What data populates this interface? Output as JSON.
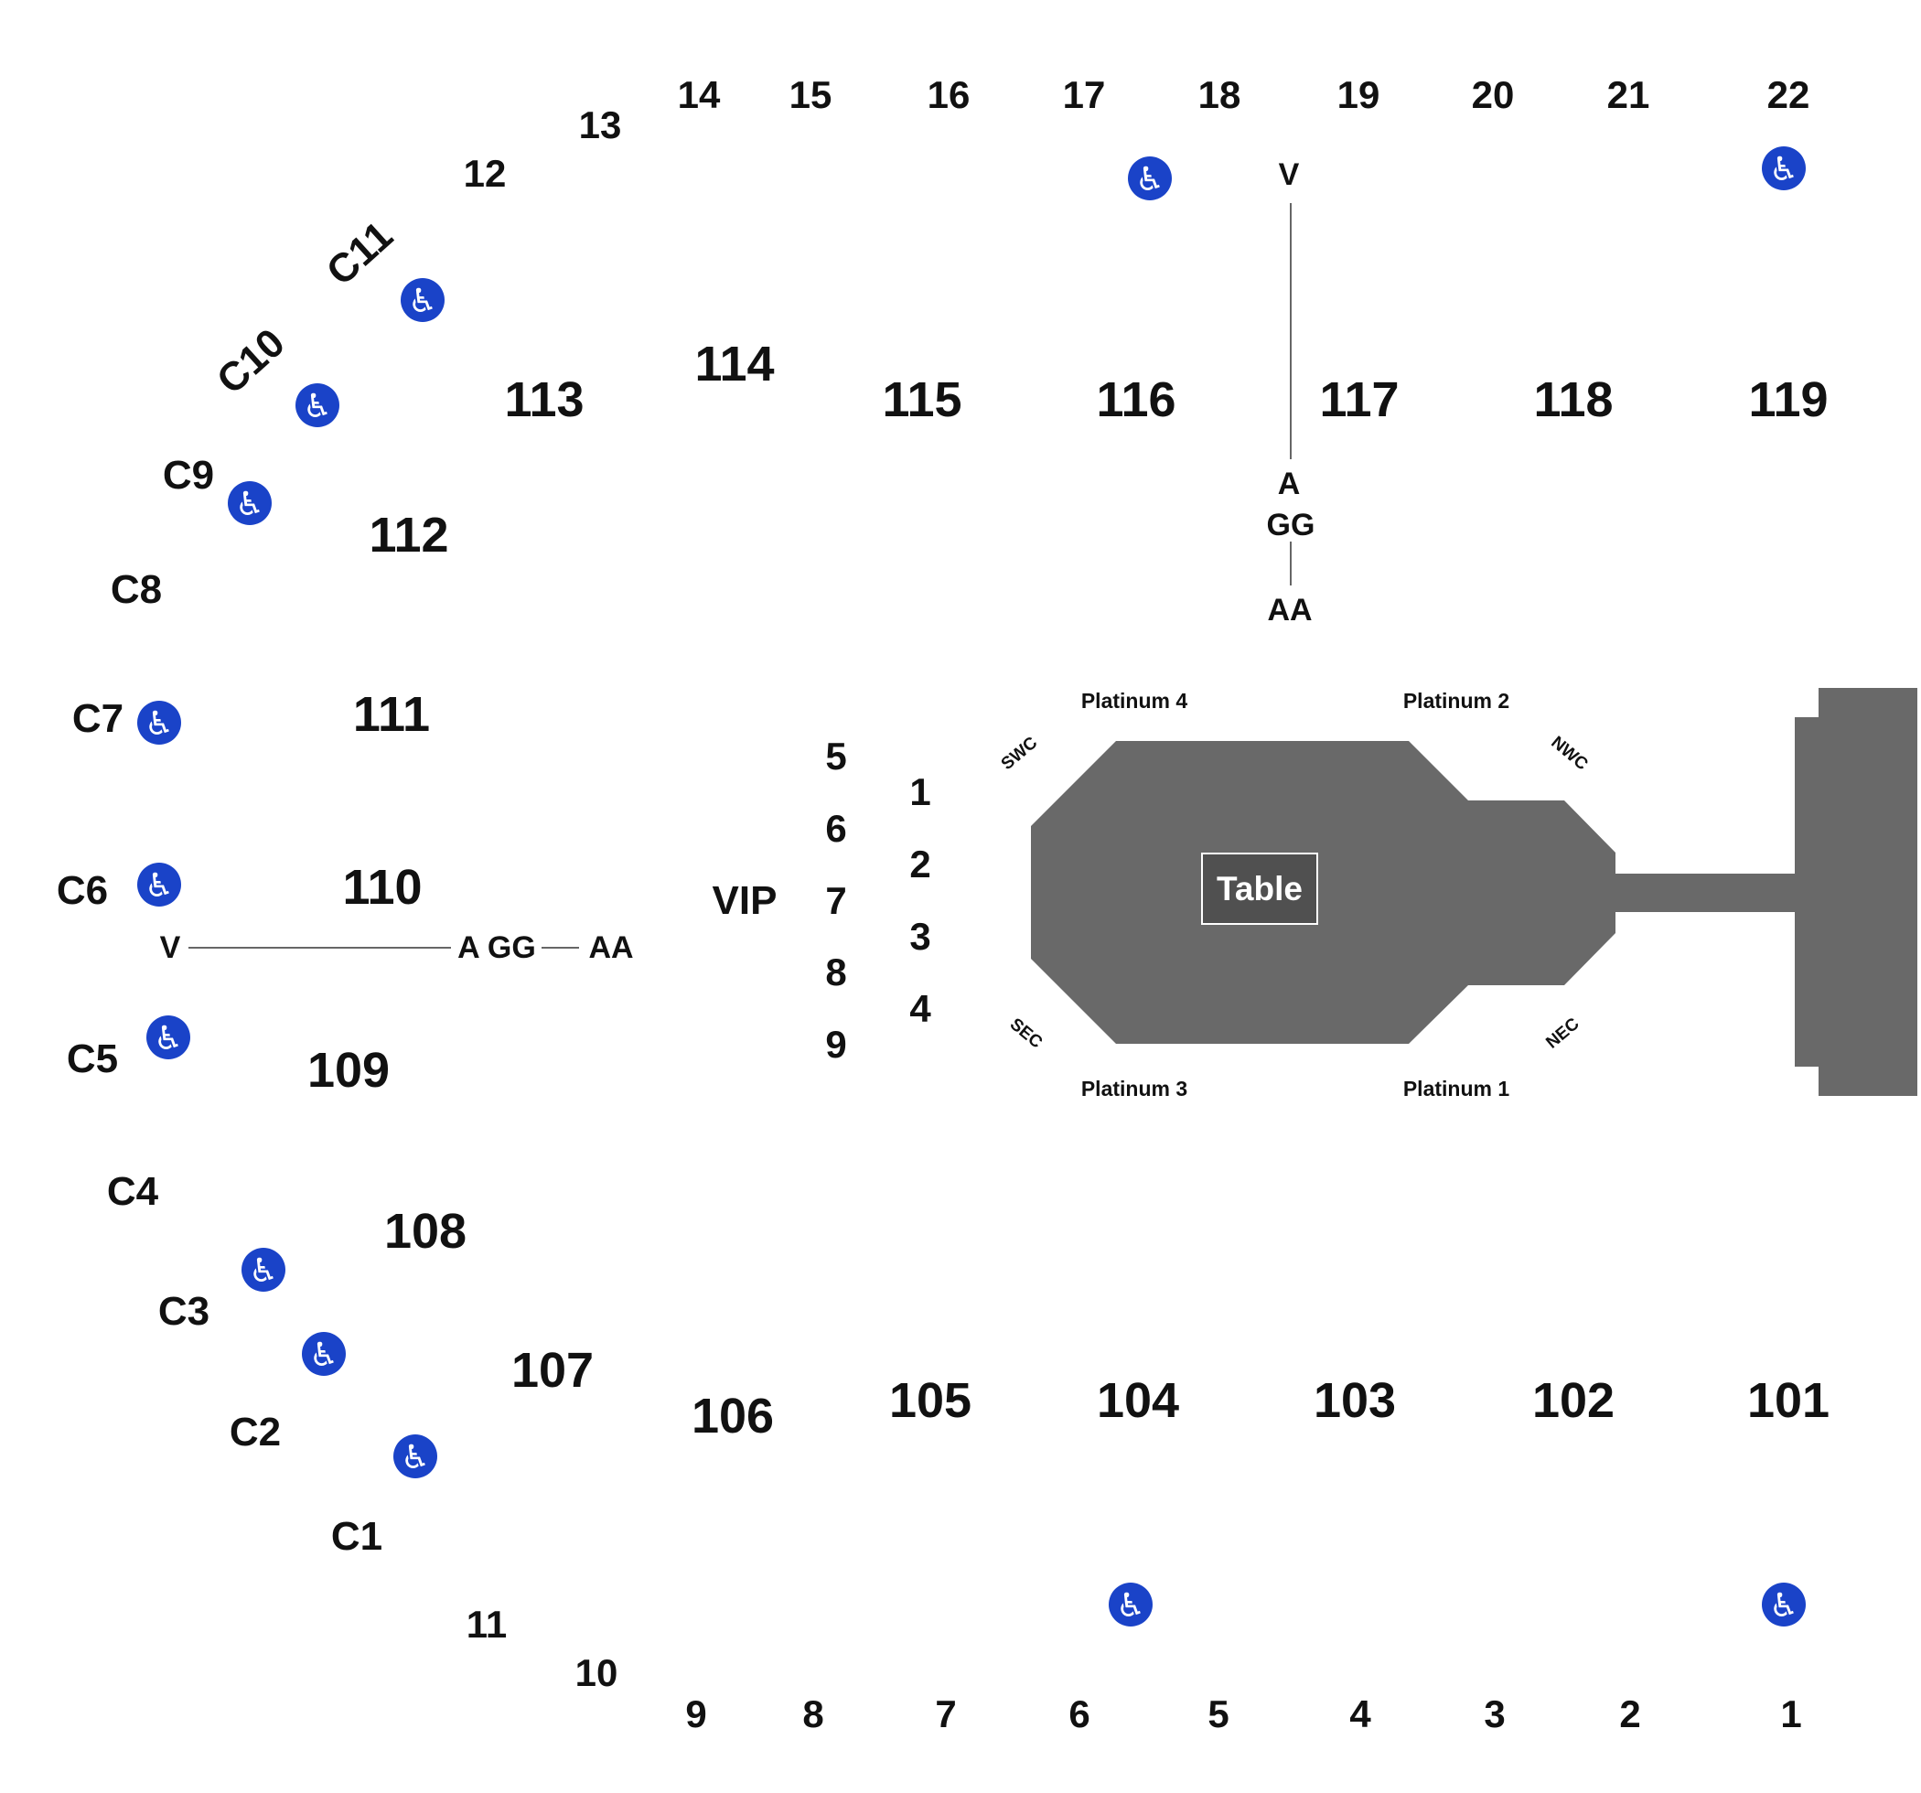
{
  "colors": {
    "stage": "#696969",
    "table": "#505050",
    "accessible": "#1a43c8",
    "text": "#111111"
  },
  "upper_sections": {
    "top": [
      "13",
      "14",
      "15",
      "16",
      "17",
      "18",
      "19",
      "20",
      "21",
      "22"
    ],
    "top_left": [
      "12"
    ],
    "bottom": [
      "10",
      "9",
      "8",
      "7",
      "6",
      "5",
      "4",
      "3",
      "2",
      "1"
    ],
    "bottom_left": [
      "11"
    ]
  },
  "lower_sections": {
    "north": [
      "113",
      "114",
      "115",
      "116",
      "117",
      "118",
      "119"
    ],
    "west": [
      "112",
      "111",
      "110",
      "109",
      "108",
      "107"
    ],
    "south": [
      "106",
      "105",
      "104",
      "103",
      "102",
      "101"
    ]
  },
  "corner_sections": [
    "C1",
    "C2",
    "C3",
    "C4",
    "C5",
    "C6",
    "C7",
    "C8",
    "C9",
    "C10",
    "C11"
  ],
  "vip": {
    "label": "VIP",
    "left_column": [
      "5",
      "6",
      "7",
      "8",
      "9"
    ],
    "right_column": [
      "1",
      "2",
      "3",
      "4"
    ]
  },
  "row_markers": {
    "north": {
      "top": "V",
      "upper": "A",
      "middle": "GG",
      "bottom": "AA"
    },
    "west": {
      "start": "V",
      "a_gg": "A GG",
      "end": "AA"
    }
  },
  "stage": {
    "table_label": "Table",
    "platinum": [
      "Platinum 4",
      "Platinum 2",
      "Platinum 3",
      "Platinum 1"
    ],
    "corners": [
      "SWC",
      "NWC",
      "SEC",
      "NEC"
    ]
  },
  "icons": {
    "accessible": "wheelchair-icon"
  }
}
